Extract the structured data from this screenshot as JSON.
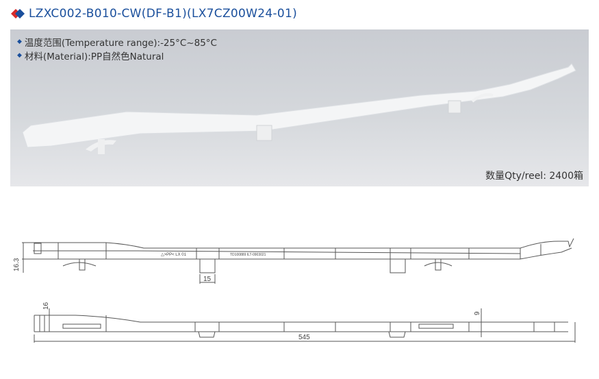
{
  "header": {
    "title": "LZXC002-B010-CW(DF-B1)(LX7CZ00W24-01)",
    "brand_colors": [
      "#d62b2b",
      "#1a4f9c"
    ]
  },
  "photo": {
    "specs": [
      "温度范围(Temperature range):-25°C~85°C",
      "材料(Material):PP自然色Natural"
    ],
    "qty": "数量Qty/reel:  2400箱"
  },
  "drawing": {
    "side_view": {
      "height_dim": "16.3",
      "clip_width_dim": "15",
      "marking_1": "△>PP< LX 01",
      "marking_2": "TD100889 ILT-0903021"
    },
    "top_view": {
      "height_dim": "16",
      "offset_dim": "9",
      "length_dim": "545"
    }
  }
}
